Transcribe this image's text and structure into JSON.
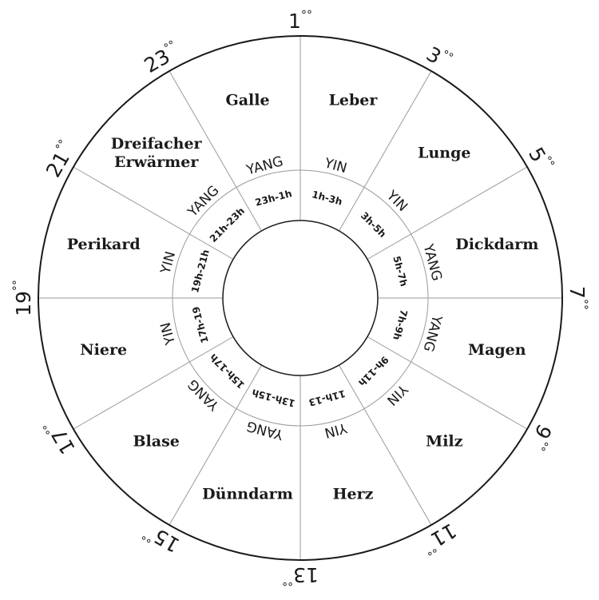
{
  "segments": [
    {
      "clock": "1",
      "suffix": "°°",
      "hours": "1h-3h",
      "polarity": "YIN",
      "organ": [
        "Leber"
      ]
    },
    {
      "clock": "3",
      "suffix": "°°",
      "hours": "3h-5h",
      "polarity": "YIN",
      "organ": [
        "Lunge"
      ]
    },
    {
      "clock": "5",
      "suffix": "°°",
      "hours": "5h-7h",
      "polarity": "YANG",
      "organ": [
        "Dickdarm"
      ]
    },
    {
      "clock": "7",
      "suffix": "°°",
      "hours": "7h-9h",
      "polarity": "YANG",
      "organ": [
        "Magen"
      ]
    },
    {
      "clock": "9",
      "suffix": "°°",
      "hours": "9h-11h",
      "polarity": "YIN",
      "organ": [
        "Milz"
      ]
    },
    {
      "clock": "11",
      "suffix": "°°",
      "hours": "11h-13",
      "polarity": "YIN",
      "organ": [
        "Herz"
      ]
    },
    {
      "clock": "13",
      "suffix": "°°",
      "hours": "13h-15h",
      "polarity": "YANG",
      "organ": [
        "Dünndarm"
      ]
    },
    {
      "clock": "15",
      "suffix": "°°",
      "hours": "15h-17h",
      "polarity": "YANG",
      "organ": [
        "Blase"
      ]
    },
    {
      "clock": "17",
      "suffix": "°°",
      "hours": "17h-19",
      "polarity": "YIN",
      "organ": [
        "Niere"
      ]
    },
    {
      "clock": "19",
      "suffix": "°°",
      "hours": "19h-21h",
      "polarity": "YIN",
      "organ": [
        "Perikard"
      ]
    },
    {
      "clock": "21",
      "suffix": "°°",
      "hours": "21h-23h",
      "polarity": "YANG",
      "organ": [
        "Dreifacher",
        "Erwärmer"
      ]
    },
    {
      "clock": "23",
      "suffix": "°°",
      "hours": "23h-1h",
      "polarity": "YANG",
      "organ": [
        "Galle"
      ]
    }
  ]
}
